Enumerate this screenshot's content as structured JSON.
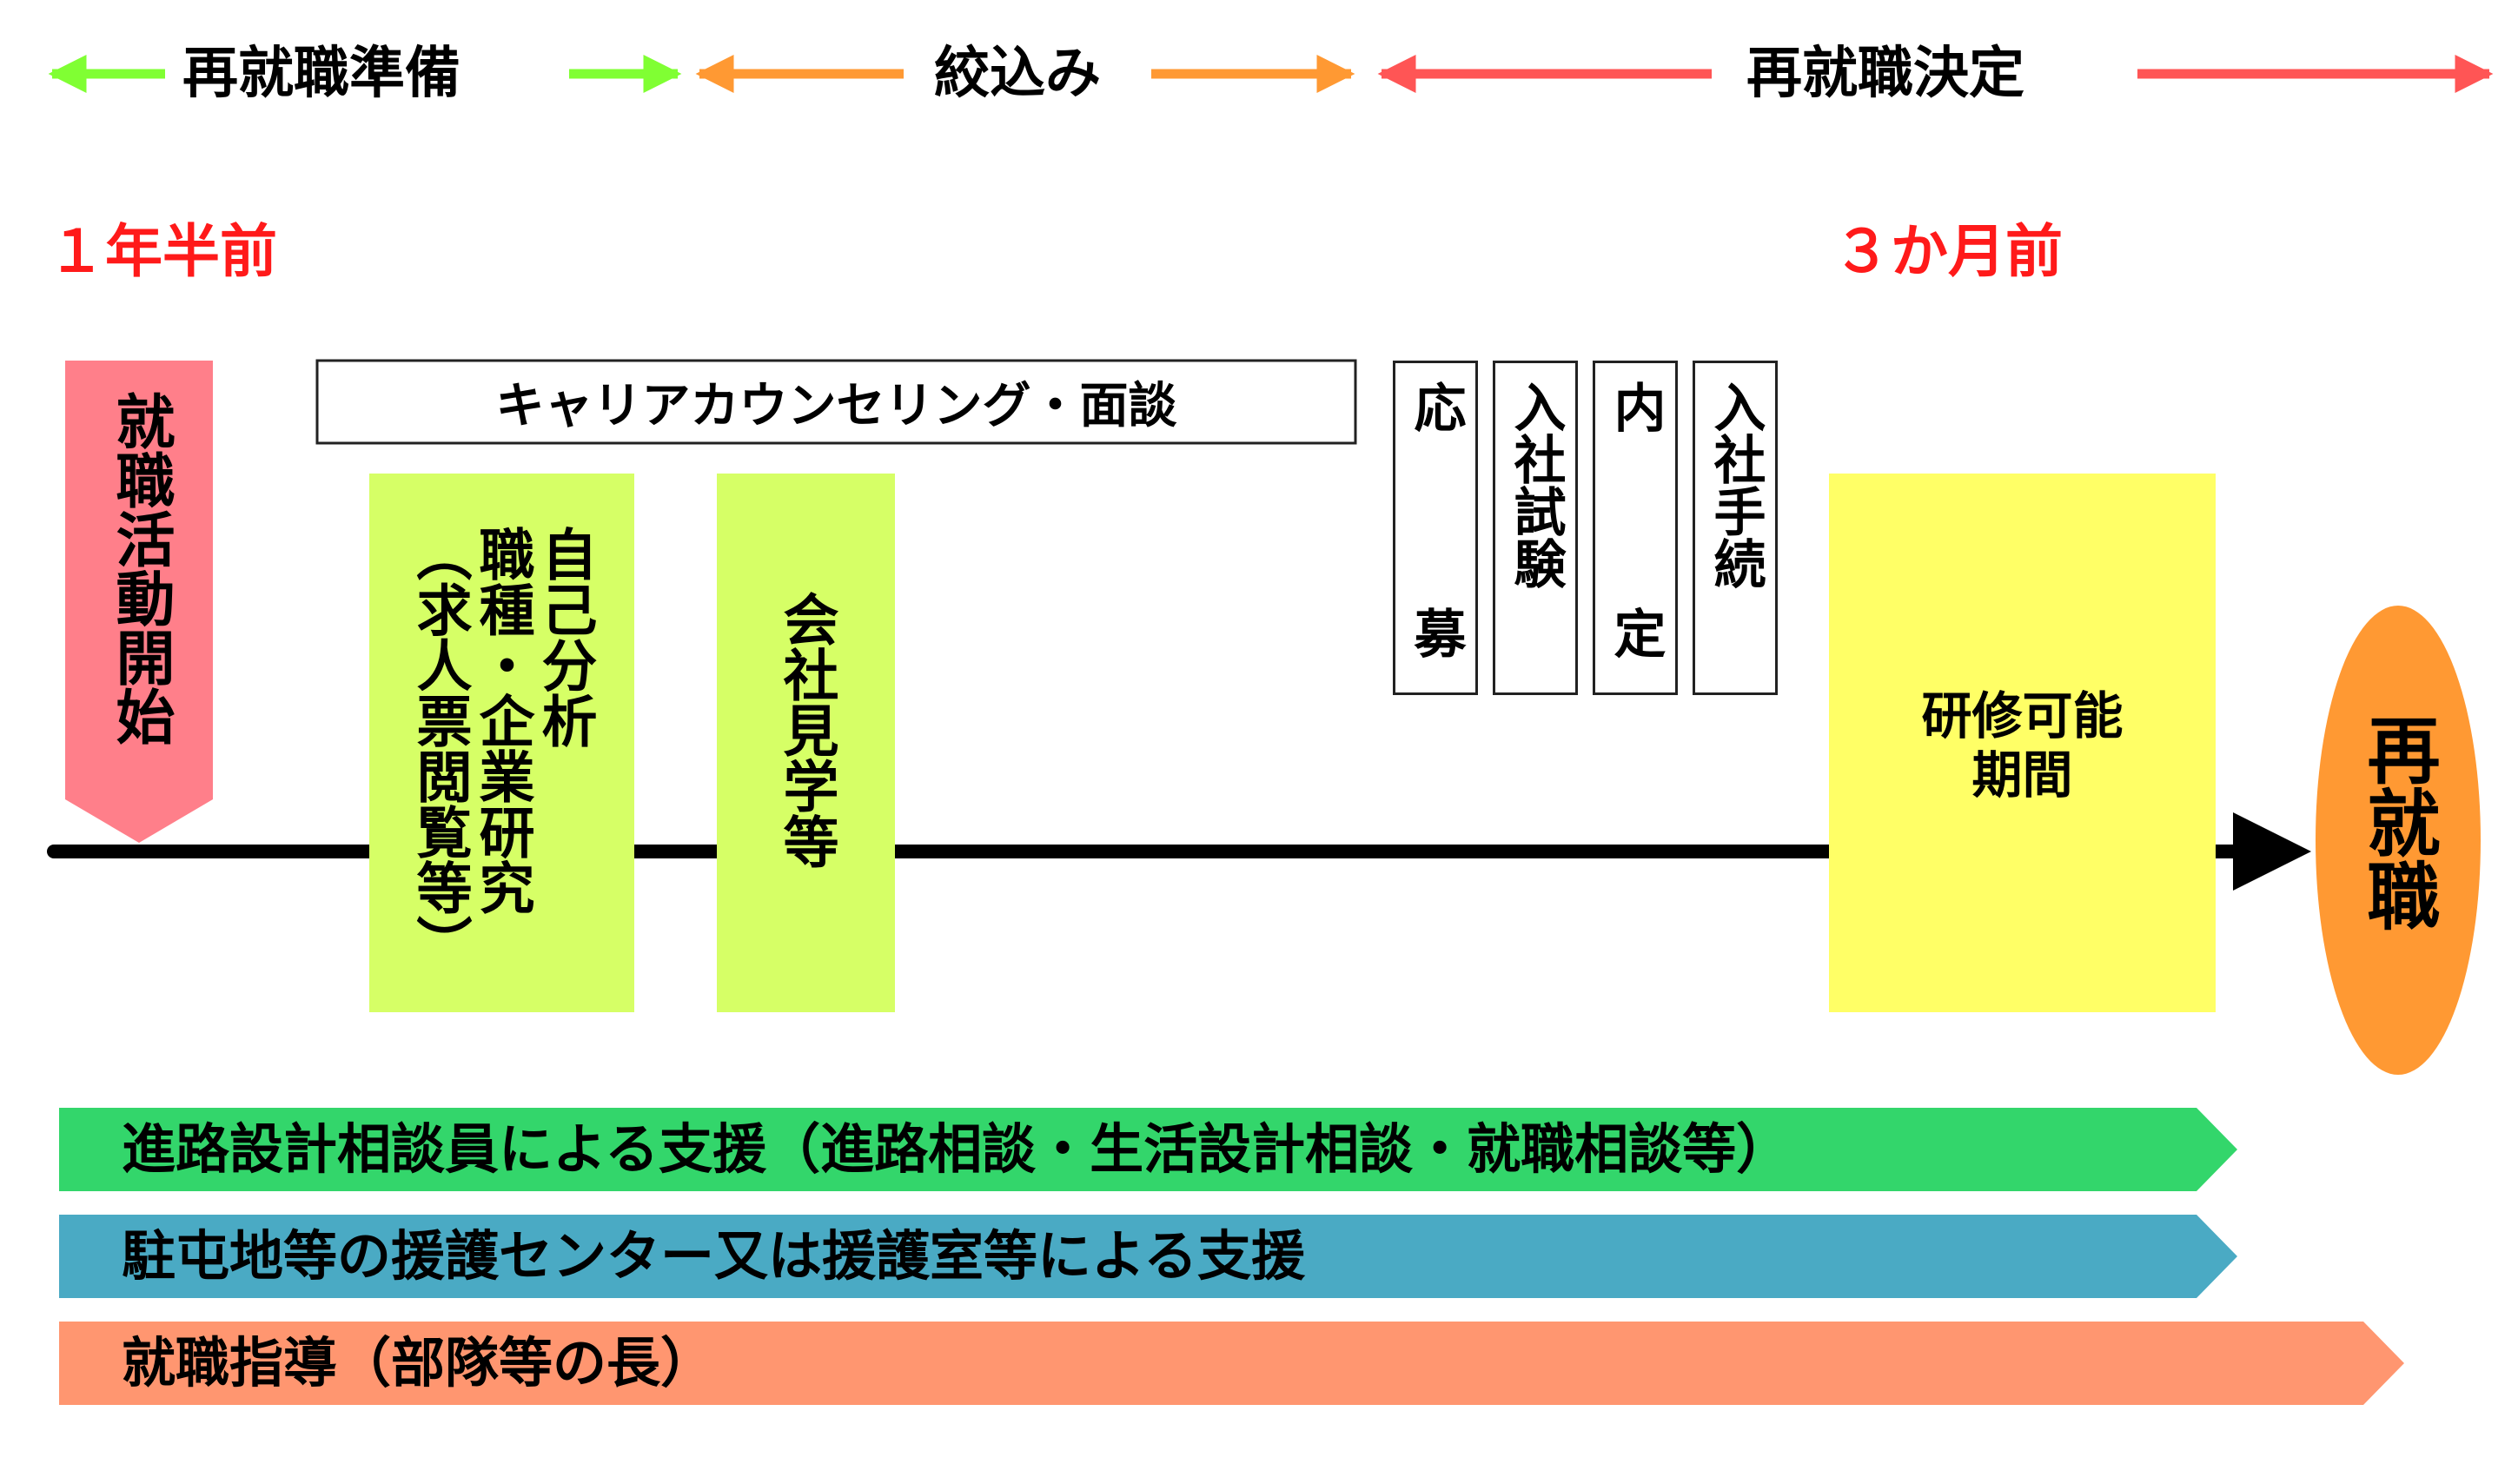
{
  "phases": {
    "preparation": "再就職準備",
    "narrowing": "絞込み",
    "decision": "再就職決定"
  },
  "timeline": {
    "start": "１年半前",
    "three_months": "３か月前"
  },
  "counseling": "キャリアカウンセリング・面談",
  "start_activity": "就職活動開始",
  "self_analysis": {
    "col1": "自己分析",
    "col2": "職種・企業研究",
    "col3": "（求人票閲覧等）"
  },
  "company_visit": "会社見学等",
  "steps": [
    "応募",
    "入社試験",
    "内定",
    "入社手続"
  ],
  "training": {
    "line1": "研修可能",
    "line2": "期間"
  },
  "goal": "再就職",
  "supports": {
    "planning": "進路設計相談員による支援（進路相談・生活設計相談・就職相談等）",
    "center": "駐屯地等の援護センター又は援護室等による支援",
    "guidance": "就職指導（部隊等の長）"
  },
  "colors": {
    "arrow_green": "#80ff33",
    "arrow_orange": "#ff9933",
    "arrow_red": "#ff5555",
    "time_red": "#ff1a1a",
    "start_pink": "#ff7f8a",
    "activity_green": "#d6ff66",
    "training_yellow": "#ffff66",
    "goal_orange": "#ff9933",
    "band_green": "#33d66b",
    "band_blue": "#4aaac4",
    "band_salmon": "#ff9670"
  }
}
